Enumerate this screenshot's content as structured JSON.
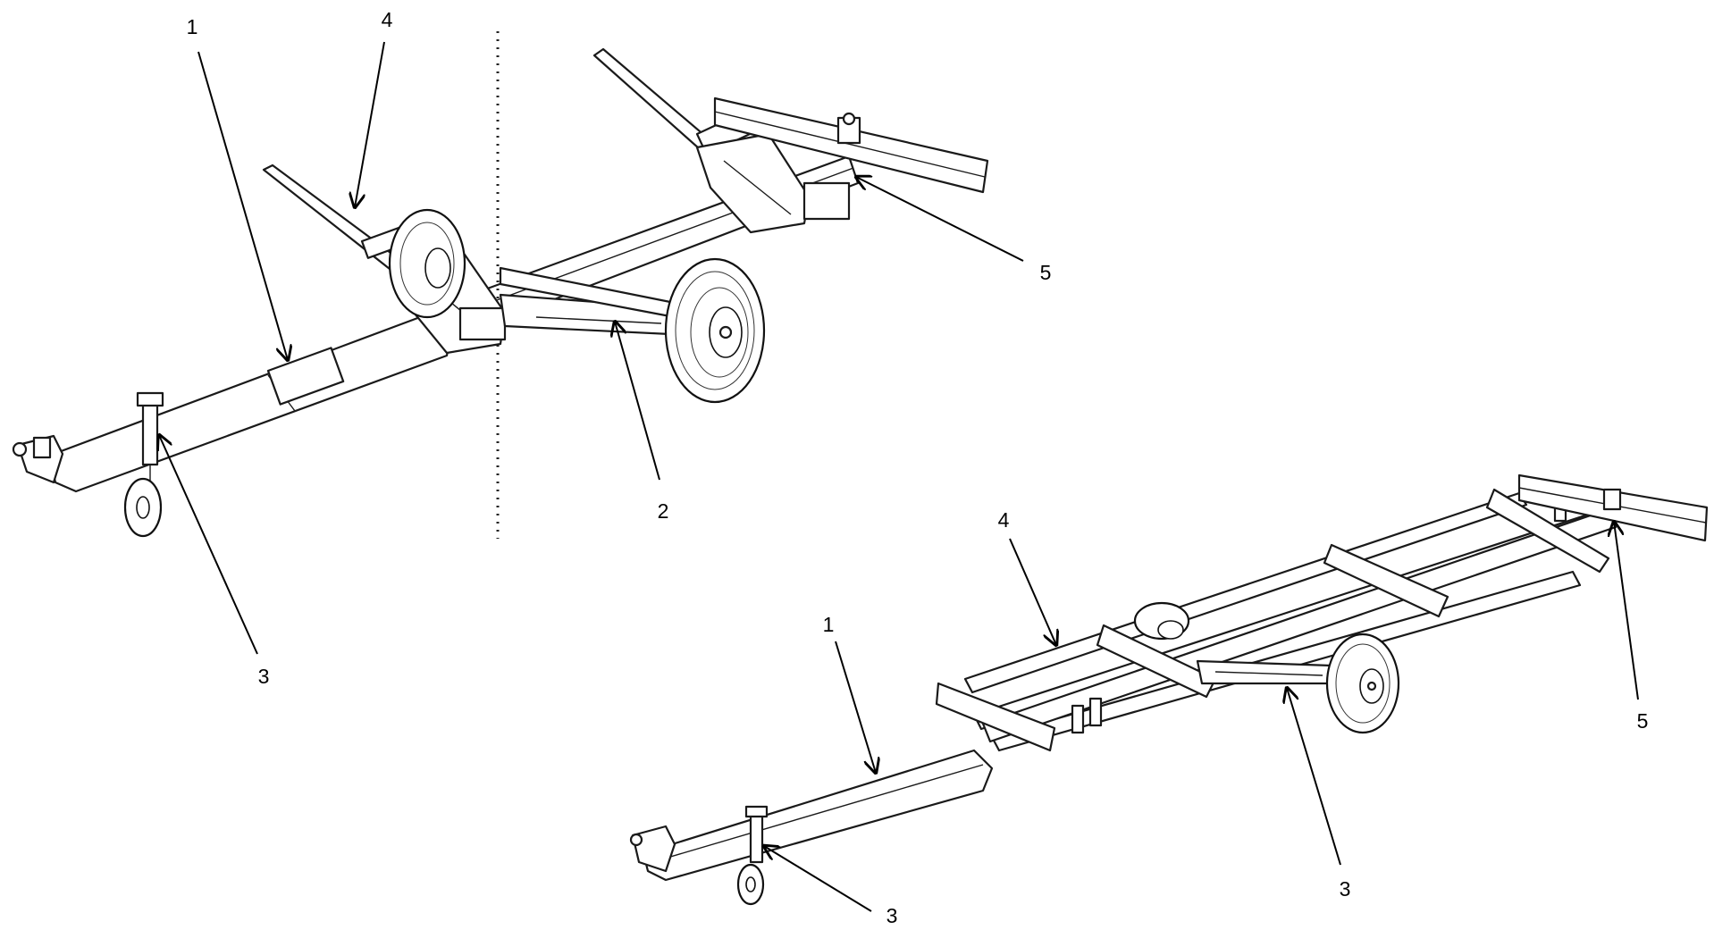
{
  "callouts": {
    "top_1": "1",
    "top_4": "4",
    "top_5": "5",
    "top_2": "2",
    "top_3": "3",
    "bottom_4": "4",
    "bottom_1": "1",
    "bottom_5": "5",
    "bottom_3_right": "3",
    "bottom_3_left": "3"
  },
  "colors": {
    "line": "#000000",
    "background": "#ffffff"
  }
}
